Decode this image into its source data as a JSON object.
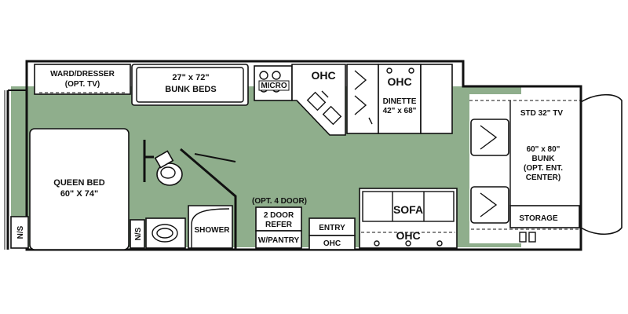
{
  "labels": {
    "ward_dresser": "WARD/DRESSER",
    "ward_dresser_sub": "(OPT. TV)",
    "bunk_beds_size": "27\" x 72\"",
    "bunk_beds": "BUNK BEDS",
    "micro": "MICRO",
    "ohc_galley": "OHC",
    "ohc_dinette": "OHC",
    "dinette": "DINETTE",
    "dinette_size": "42\" x 68\"",
    "std_tv": "STD 32\" TV",
    "bunk_size": "60\" x 80\"",
    "bunk": "BUNK",
    "bunk_opt1": "(OPT. ENT.",
    "bunk_opt2": "CENTER)",
    "queen_bed": "QUEEN BED",
    "queen_size": "60\" X 74\"",
    "ns_left": "N/S",
    "ns_right": "N/S",
    "shower": "SHOWER",
    "opt_4_door": "(OPT. 4 DOOR)",
    "refer_1": "2 DOOR",
    "refer_2": "REFER",
    "w_pantry": "W/PANTRY",
    "entry": "ENTRY",
    "ohc_entry": "OHC",
    "sofa": "SOFA",
    "ohc_sofa": "OHC",
    "storage": "STORAGE"
  },
  "colors": {
    "floor": "#8fae8c",
    "wall": "#111111",
    "fixture": "#ffffff"
  }
}
